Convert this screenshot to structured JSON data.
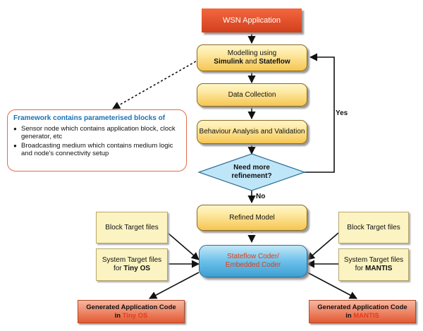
{
  "app": {
    "title": "WSN Application"
  },
  "steps": {
    "modelling_line1": "Modelling using",
    "modelling_tool1": "Simulink",
    "modelling_and": " and ",
    "modelling_tool2": "Stateflow",
    "data_collection": "Data Collection",
    "behaviour": "Behaviour Analysis and Validation",
    "decision_line1": "Need more",
    "decision_line2": "refinement?",
    "refined_model": "Refined Model",
    "coder_line1": "Stateflow Coder/",
    "coder_line2": "Embedded Coder"
  },
  "edges": {
    "yes_label": "Yes",
    "no_label": "No"
  },
  "framework": {
    "title": "Framework contains parameterised blocks of",
    "items": [
      "Sensor node which contains application block, clock generator, etc",
      "Broadcasting medium which contains medium logic and node's connectivity setup"
    ]
  },
  "left_inputs": {
    "block_target": "Block Target files",
    "system_target_line1": "System Target files",
    "system_target_prefix": "for ",
    "system_target_os": "Tiny OS"
  },
  "right_inputs": {
    "block_target": "Block Target files",
    "system_target_line1": "System Target files",
    "system_target_prefix": "for ",
    "system_target_os": "MANTIS"
  },
  "outputs": {
    "left_line1": "Generated Application Code",
    "left_prefix": "in ",
    "left_os": "Tiny OS",
    "right_line1": "Generated Application Code",
    "right_prefix": "in ",
    "right_os": "MANTIS"
  },
  "colors": {
    "step_fill": "#f6c552",
    "title_fill": "#d2401c",
    "decision_fill": "#bfe6f8",
    "coder_fill": "#6cc1ea",
    "input_fill": "#fbf3c2",
    "output_fill": "#e45a32",
    "framework_border": "#e56a4a",
    "framework_title": "#1a72b4",
    "highlight_text": "#e6381b"
  }
}
